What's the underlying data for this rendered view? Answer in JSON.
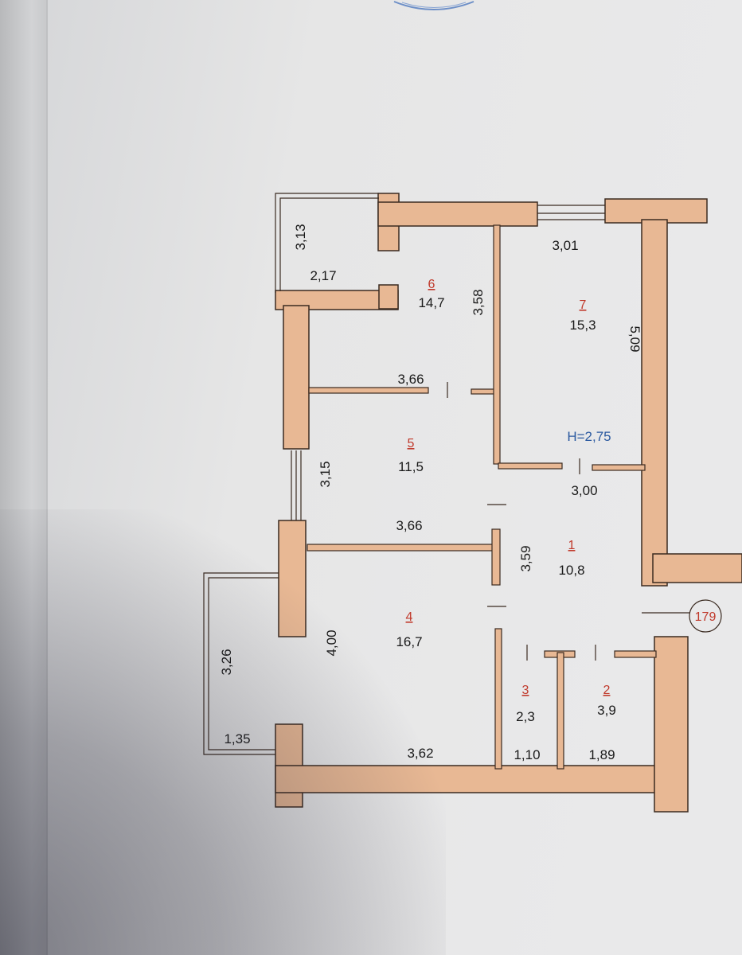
{
  "plan": {
    "height_label": "H=2,75",
    "unit_number": "179",
    "rooms": [
      {
        "id": "1",
        "number": "1",
        "area": "10,8"
      },
      {
        "id": "2",
        "number": "2",
        "area": "3,9"
      },
      {
        "id": "3",
        "number": "3",
        "area": "2,3"
      },
      {
        "id": "4",
        "number": "4",
        "area": "16,7"
      },
      {
        "id": "5",
        "number": "5",
        "area": "11,5"
      },
      {
        "id": "6",
        "number": "6",
        "area": "14,7"
      },
      {
        "id": "7",
        "number": "7",
        "area": "15,3"
      }
    ],
    "dimensions": {
      "balcony_top_height": "3,13",
      "balcony_top_width": "2,17",
      "room6_height": "3,58",
      "room6_width": "3,66",
      "room7_width": "3,01",
      "room7_height": "5,09",
      "room5_height": "3,15",
      "room5_width": "3,66",
      "room1_top_width": "3,00",
      "room1_height": "3,59",
      "room4_height": "4,00",
      "room4_width": "3,62",
      "balcony_bottom_height": "3,26",
      "balcony_bottom_width": "1,35",
      "room3_width": "1,10",
      "room2_width": "1,89"
    }
  },
  "colors": {
    "wall_fill": "#e8b894",
    "wall_stroke": "#3a2a20",
    "room_number": "#c0392b",
    "height_label": "#2c5aa0"
  }
}
